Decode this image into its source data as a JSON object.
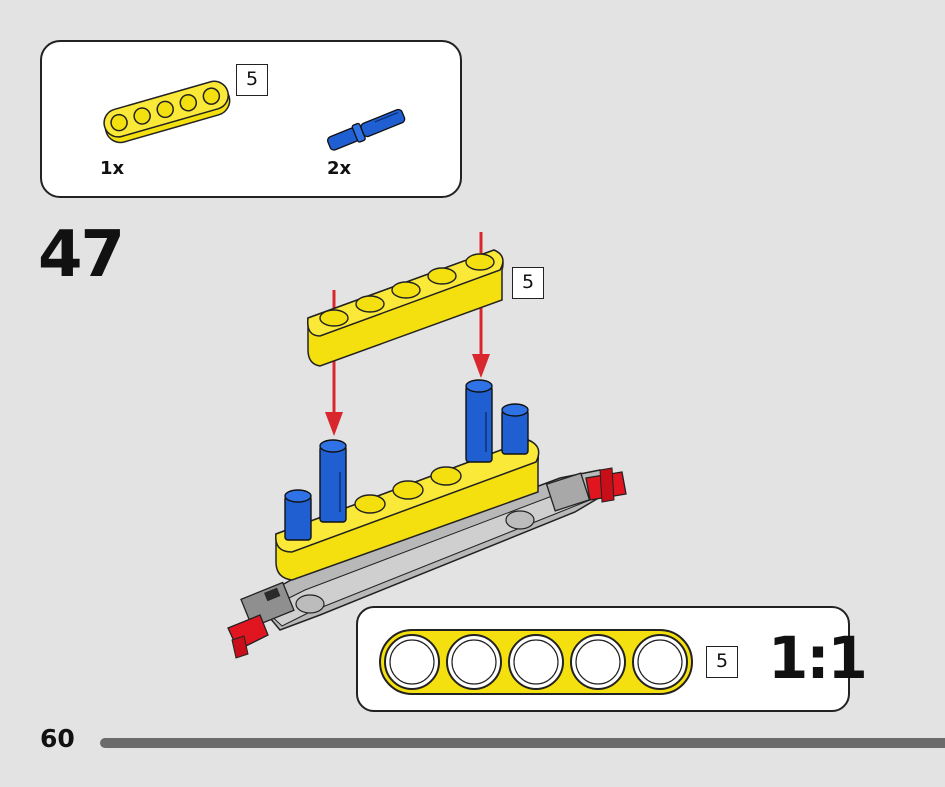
{
  "parts_list": {
    "items": [
      {
        "name": "beam",
        "count": "1x",
        "length": "5",
        "color": "#f5e00f"
      },
      {
        "name": "pin",
        "count": "2x",
        "color": "#1f5fd1"
      }
    ]
  },
  "step": {
    "number": "47",
    "length_label": "5"
  },
  "scale_reference": {
    "length_label": "5",
    "scale": "1:1"
  },
  "footer": {
    "page_number": "60"
  },
  "colors": {
    "beam_yellow": "#f5e00f",
    "pin_blue": "#1f5fd1",
    "arrow_red": "#d8282e",
    "axle_red": "#e0151f",
    "frame_gray": "#b8b8b8"
  }
}
